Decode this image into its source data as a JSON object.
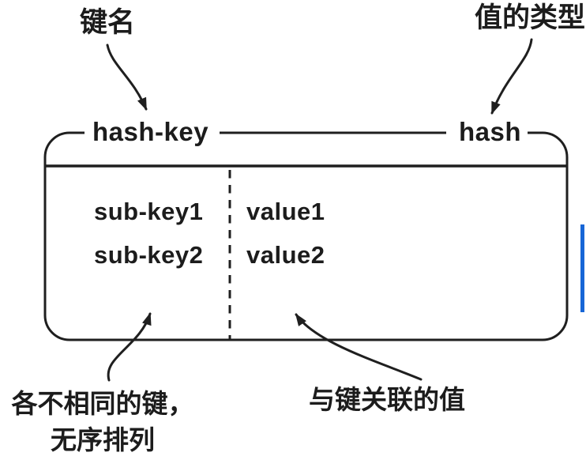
{
  "diagram": {
    "annotations": {
      "key_name_label": "键名",
      "value_type_label": "值的类型",
      "keys_note_line1": "各不相同的键，",
      "keys_note_line2": "无序排列",
      "values_note": "与键关联的值"
    },
    "box": {
      "key_label": "hash-key",
      "type_label": "hash",
      "rows": [
        {
          "sub_key": "sub-key1",
          "value": "value1"
        },
        {
          "sub_key": "sub-key2",
          "value": "value2"
        }
      ]
    },
    "colors": {
      "stroke": "#1f1f1f",
      "background": "#ffffff",
      "selection_bar": "#1766d6"
    }
  }
}
